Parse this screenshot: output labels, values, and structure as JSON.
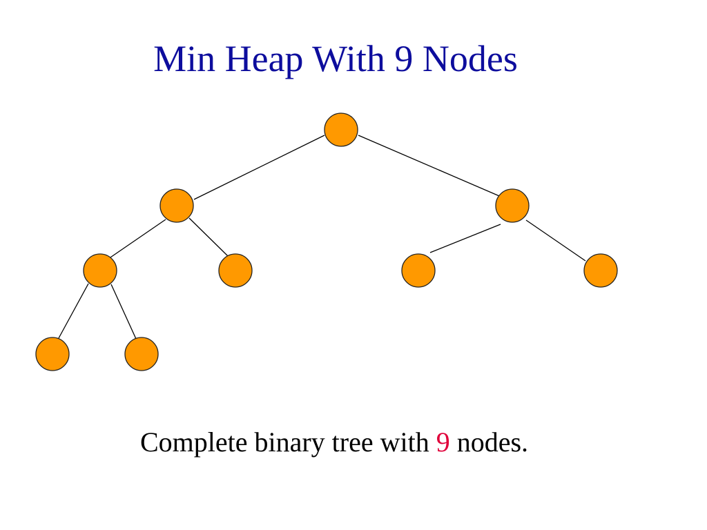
{
  "slide": {
    "title": "Min Heap With 9 Nodes",
    "caption": {
      "before": "Complete binary tree with",
      "highlight": "9",
      "after": "nodes."
    }
  },
  "tree": {
    "node_count": 9,
    "node_color": "#ff9900",
    "title_color": "#0d0d9d",
    "highlight_color": "#e0003a",
    "nodes": [
      {
        "id": "n1",
        "level": 0,
        "index": 0
      },
      {
        "id": "n2",
        "level": 1,
        "index": 0
      },
      {
        "id": "n3",
        "level": 1,
        "index": 1
      },
      {
        "id": "n4",
        "level": 2,
        "index": 0
      },
      {
        "id": "n5",
        "level": 2,
        "index": 1
      },
      {
        "id": "n6",
        "level": 2,
        "index": 2
      },
      {
        "id": "n7",
        "level": 2,
        "index": 3
      },
      {
        "id": "n8",
        "level": 3,
        "index": 0
      },
      {
        "id": "n9",
        "level": 3,
        "index": 1
      }
    ],
    "edges": [
      {
        "from": "n1",
        "to": "n2"
      },
      {
        "from": "n1",
        "to": "n3"
      },
      {
        "from": "n2",
        "to": "n4"
      },
      {
        "from": "n2",
        "to": "n5"
      },
      {
        "from": "n3",
        "to": "n6"
      },
      {
        "from": "n3",
        "to": "n7"
      },
      {
        "from": "n4",
        "to": "n8"
      },
      {
        "from": "n4",
        "to": "n9"
      }
    ]
  }
}
